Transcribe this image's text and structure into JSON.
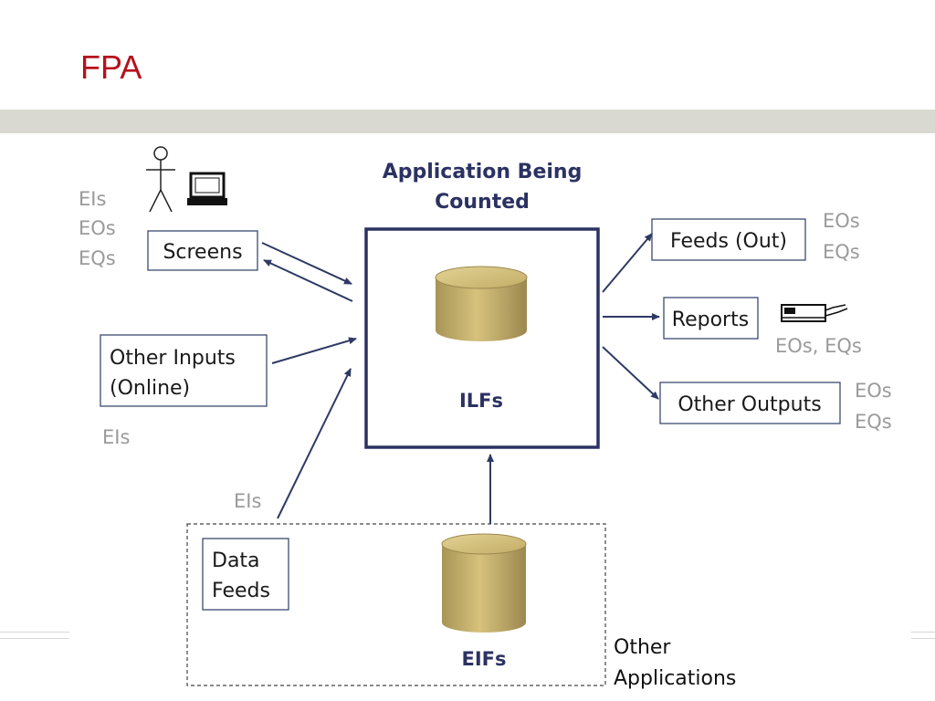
{
  "title": "FPA",
  "diagram": {
    "heading_line1": "Application Being",
    "heading_line2": "Counted",
    "ilfs": "ILFs",
    "eifs": "EIFs",
    "screens_types": [
      "EIs",
      "EOs",
      "EQs"
    ],
    "screens": "Screens",
    "other_inputs_line1": "Other Inputs",
    "other_inputs_line2": "(Online)",
    "other_inputs_type": "EIs",
    "data_feeds_type": "EIs",
    "data_feeds_line1": "Data",
    "data_feeds_line2": "Feeds",
    "feeds_out": "Feeds (Out)",
    "feeds_out_types": [
      "EOs",
      "EQs"
    ],
    "reports": "Reports",
    "reports_types": "EOs, EQs",
    "other_outputs": "Other Outputs",
    "other_outputs_types": [
      "EOs",
      "EQs"
    ],
    "other_apps_line1": "Other",
    "other_apps_line2": "Applications"
  },
  "colors": {
    "title": "#b5121b",
    "band": "#d9d9d2",
    "navy": "#2b3262",
    "cylinder": "#c9b36a",
    "gray_label": "#9a9a9a"
  },
  "icons": [
    "stick-figure-icon",
    "computer-icon",
    "printer-icon",
    "database-icon"
  ]
}
